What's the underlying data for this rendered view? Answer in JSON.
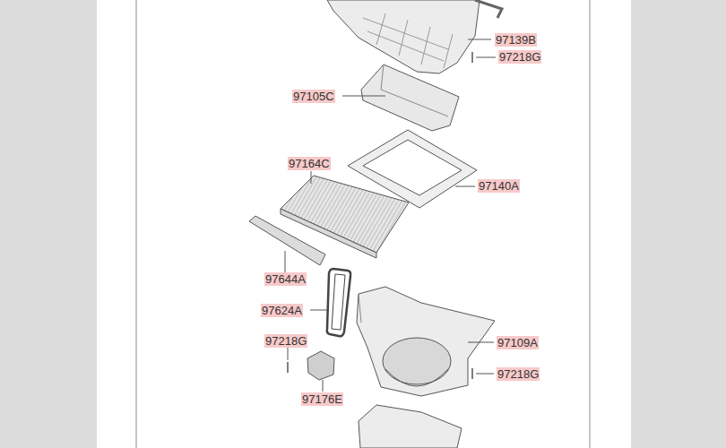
{
  "diagram": {
    "labels": [
      "97139B",
      "97218G",
      "97105C",
      "97164C",
      "97140A",
      "97644A",
      "97624A",
      "97218G",
      "97109A",
      "97176E",
      "97218G"
    ]
  }
}
